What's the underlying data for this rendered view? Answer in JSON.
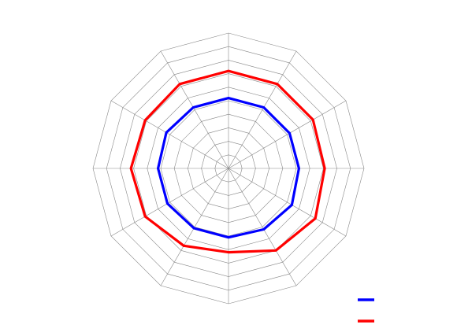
{
  "chart_data": {
    "type": "radar",
    "axes_count": 12,
    "rlim": [
      0,
      5
    ],
    "grid": true,
    "grid_rings": 10,
    "legend": "bottom-right",
    "series": [
      {
        "color": "#0000ff",
        "values": [
          2.6,
          2.6,
          2.6,
          2.6,
          2.7,
          2.6,
          2.55,
          2.55,
          2.6,
          2.6,
          2.65,
          2.6
        ]
      },
      {
        "color": "#ff0000",
        "values": [
          3.6,
          3.6,
          3.6,
          3.55,
          3.7,
          3.5,
          3.1,
          3.3,
          3.55,
          3.6,
          3.55,
          3.6
        ]
      }
    ]
  }
}
